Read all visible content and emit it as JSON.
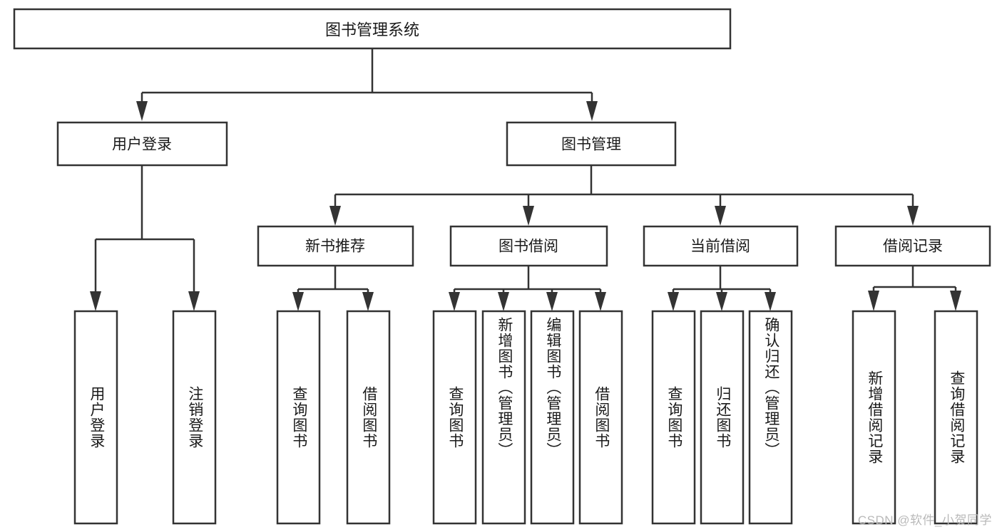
{
  "diagram": {
    "type": "tree",
    "title": "图书管理系统",
    "orientation": "top-down",
    "colors": {
      "box_fill": "#ffffff",
      "box_stroke": "#333333",
      "text": "#1a1a1a",
      "watermark": "#b9b9b9",
      "background": "#ffffff"
    },
    "root": {
      "label": "图书管理系统"
    },
    "level1": [
      {
        "label": "用户登录"
      },
      {
        "label": "图书管理"
      }
    ],
    "level2": [
      {
        "label": "新书推荐"
      },
      {
        "label": "图书借阅"
      },
      {
        "label": "当前借阅"
      },
      {
        "label": "借阅记录"
      }
    ],
    "leaves": {
      "user_login": [
        {
          "label": "用户登录"
        },
        {
          "label": "注销登录"
        }
      ],
      "new_book_recommend": [
        {
          "label": "查询图书"
        },
        {
          "label": "借阅图书"
        }
      ],
      "book_borrow": [
        {
          "label": "查询图书"
        },
        {
          "label": "新增图书（管理员）"
        },
        {
          "label": "编辑图书（管理员）"
        },
        {
          "label": "借阅图书"
        }
      ],
      "current_borrow": [
        {
          "label": "查询图书"
        },
        {
          "label": "归还图书"
        },
        {
          "label": "确认归还（管理员）"
        }
      ],
      "borrow_record": [
        {
          "label": "新增借阅记录"
        },
        {
          "label": "查询借阅记录"
        }
      ]
    }
  },
  "watermark": {
    "text": "CSDN @软件_小贺同学"
  }
}
